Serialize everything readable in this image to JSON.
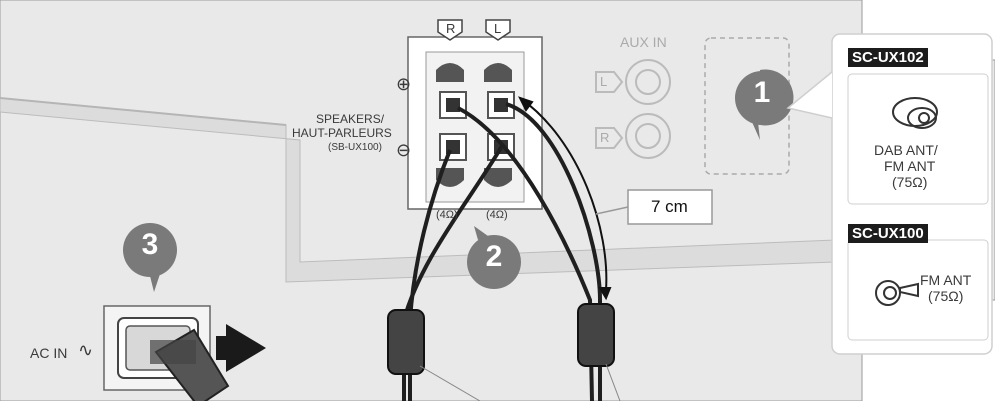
{
  "panel": {
    "speakers_label_1": "SPEAKERS/",
    "speakers_label_2": "HAUT-PARLEURS",
    "speakers_label_3": "(SB-UX100)",
    "terminal_r": "R",
    "terminal_l": "L",
    "impedance_left": "(4Ω)",
    "impedance_right": "(4Ω)",
    "plus_symbol": "⊕",
    "minus_symbol": "⊖",
    "aux_in": "AUX IN",
    "aux_l": "L",
    "aux_r": "R",
    "ac_in": "AC IN",
    "ac_symbol": "∿"
  },
  "steps": {
    "step1": "1",
    "step2": "2",
    "step3": "3"
  },
  "callout": {
    "cable_length": "7 cm"
  },
  "sidebar": {
    "model_1": "SC-UX102",
    "model_1_ant_line1": "DAB ANT/",
    "model_1_ant_line2": "FM ANT",
    "model_1_ant_line3": "(75Ω)",
    "model_2": "SC-UX100",
    "model_2_ant_line1": "FM ANT",
    "model_2_ant_line2": "(75Ω)"
  },
  "colors": {
    "panel": "#e9e9e9",
    "panel_edge": "#c8c8c8",
    "badge": "#7a7a7a",
    "cable": "#1f1f1f"
  }
}
